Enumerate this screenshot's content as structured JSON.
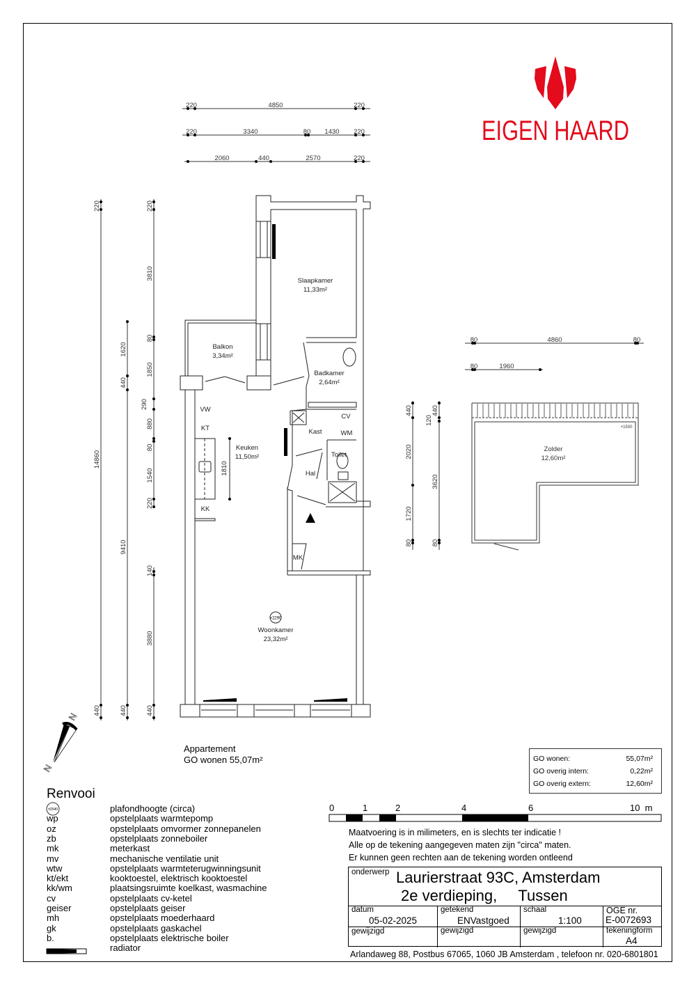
{
  "logo": {
    "text": "EIGEN HAARD",
    "color": "#e30b1c"
  },
  "rooms": {
    "slaapkamer": {
      "name": "Slaapkamer",
      "area": "11,33m²"
    },
    "balkon": {
      "name": "Balkon",
      "area": "3,34m²"
    },
    "badkamer": {
      "name": "Badkamer",
      "area": "2,64m²"
    },
    "keuken": {
      "name": "Keuken",
      "area": "11,50m²"
    },
    "woonkamer": {
      "name": "Woonkamer",
      "area": "23,32m²",
      "ceiling": "+2290"
    },
    "zolder": {
      "name": "Zolder",
      "area": "12,60m²",
      "height": "+1500"
    },
    "labels": {
      "vw": "VW",
      "kt": "KT",
      "kk": "KK",
      "cv": "CV",
      "kast": "Kast",
      "wm": "WM",
      "toilet": "Toilet",
      "hal": "Hal",
      "mk": "MK",
      "keuken_dim": "1810"
    }
  },
  "dimensions": {
    "top1": [
      "220",
      "4850",
      "220"
    ],
    "top2": [
      "220",
      "3340",
      "80",
      "1430",
      "220"
    ],
    "top3": [
      "2060",
      "440",
      "2570",
      "220"
    ],
    "left1": [
      "220",
      "14860",
      "440"
    ],
    "left2": [
      "1620",
      "440",
      "9410",
      "440"
    ],
    "left3": [
      "220",
      "3810",
      "80",
      "1850",
      "290",
      "880",
      "80",
      "1540",
      "220",
      "140",
      "3880",
      "440"
    ],
    "zolder_top1": [
      "80",
      "4860",
      "80"
    ],
    "zolder_top2": [
      "80",
      "1960"
    ],
    "zolder_left1": [
      "440",
      "2020",
      "1720",
      "80"
    ],
    "zolder_left2": [
      "120",
      "440",
      "3620",
      "80"
    ]
  },
  "compass": {
    "label": "N"
  },
  "appartement": {
    "title": "Appartement",
    "go": "GO wonen 55,07m²"
  },
  "go_box": [
    {
      "label": "GO wonen:",
      "value": "55,07m²"
    },
    {
      "label": "GO overig intern:",
      "value": "0,22m²"
    },
    {
      "label": "GO overig extern:",
      "value": "12,60m²"
    }
  ],
  "scale_bar": {
    "ticks": [
      "0",
      "1",
      "2",
      "4",
      "6",
      "10  m"
    ]
  },
  "notes": [
    "Maatvoering is in milimeters, en is slechts ter indicatie !",
    "Alle op de tekening aangegeven maten zijn \"circa\" maten.",
    "Er kunnen geen rechten aan de tekening worden ontleend"
  ],
  "legend": {
    "title": "Renvooi",
    "ceiling_symbol": "±2540",
    "items": [
      {
        "abbr": "",
        "desc": "plafondhoogte (circa)"
      },
      {
        "abbr": "wp",
        "desc": "opstelplaats warmtepomp"
      },
      {
        "abbr": "oz",
        "desc": "opstelplaats omvormer zonnepanelen"
      },
      {
        "abbr": "zb",
        "desc": "opstelplaats zonneboiler"
      },
      {
        "abbr": "mk",
        "desc": "meterkast"
      },
      {
        "abbr": "mv",
        "desc": "mechanische ventilatie unit"
      },
      {
        "abbr": "wtw",
        "desc": "opstelplaats warmteterugwinningsunit"
      },
      {
        "abbr": "kt/ekt",
        "desc": "kooktoestel, elektrisch kooktoestel"
      },
      {
        "abbr": "kk/wm",
        "desc": "plaatsingsruimte koelkast, wasmachine"
      },
      {
        "abbr": "cv",
        "desc": "opstelplaats cv-ketel"
      },
      {
        "abbr": "geiser",
        "desc": "opstelplaats geiser"
      },
      {
        "abbr": "mh",
        "desc": "opstelplaats moederhaard"
      },
      {
        "abbr": "gk",
        "desc": "opstelplaats gaskachel"
      },
      {
        "abbr": "b.",
        "desc": "opstelplaats elektrische boiler"
      },
      {
        "abbr": "",
        "desc": "radiator"
      }
    ]
  },
  "title_block": {
    "onderwerp_label": "onderwerp",
    "address": "Laurierstraat 93C, Amsterdam",
    "floor": "2e verdieping,     Tussen",
    "datum_label": "datum",
    "datum": "05-02-2025",
    "getekend_label": "getekend",
    "getekend": "ENVastgoed",
    "schaal_label": "schaal",
    "schaal": "1:100",
    "oge_label": "OGE nr.",
    "oge": "E-0072693",
    "gewijzigd1": "gewijzigd",
    "gewijzigd2": "gewijzigd",
    "gewijzigd3": "gewijzigd",
    "tekeningform_label": "tekeningform",
    "tekeningform": "A4",
    "footer": "Arlandaweg 88, Postbus 67065, 1060 JB Amsterdam , telefoon nr. 020-6801801"
  }
}
